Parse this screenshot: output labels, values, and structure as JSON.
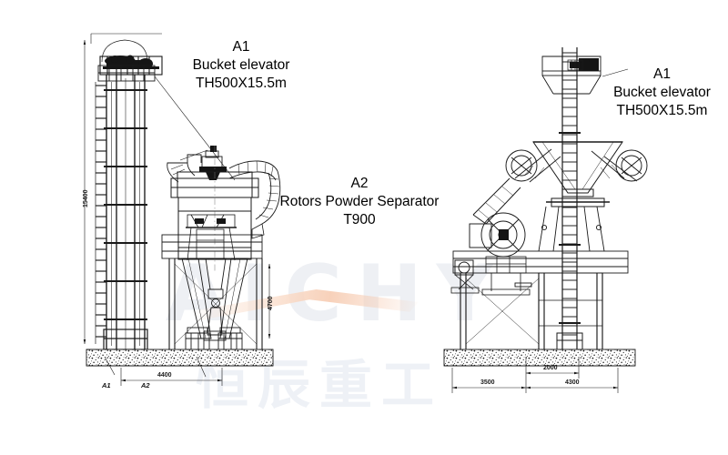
{
  "drawing": {
    "title_hidden": "",
    "background": "#ffffff",
    "line_color": "#1a1a1a"
  },
  "labels": {
    "left_elevator": {
      "tag": "A1",
      "name": "Bucket elevator",
      "model": "TH500X15.5m"
    },
    "separator": {
      "tag": "A2",
      "name": "Rotors Powder Separator",
      "model": "T900"
    },
    "right_elevator": {
      "tag": "A1",
      "name": "Bucket elevator",
      "model": "TH500X15.5m"
    }
  },
  "callouts": {
    "a1_small": "A1",
    "a2_small": "A2"
  },
  "dimensions": {
    "left_height": "15400",
    "left_base_width": "4400",
    "mid_height": "4700",
    "right_inner": "2000",
    "right_left_span": "3500",
    "right_right_span": "4300"
  },
  "watermark": {
    "brand_latin": "AICHY",
    "brand_cn": "恒辰重工"
  }
}
